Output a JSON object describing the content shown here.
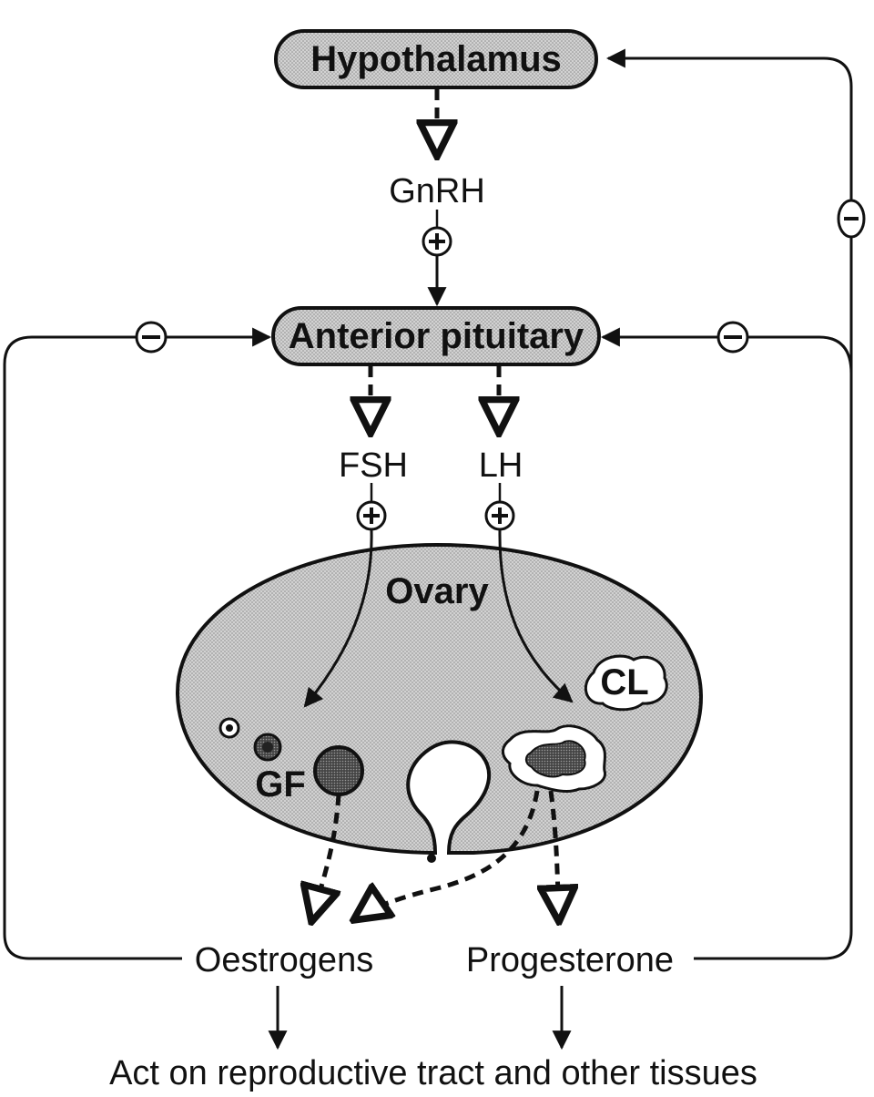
{
  "nodes": {
    "hypothalamus": "Hypothalamus",
    "gnrh": "GnRH",
    "anterior_pituitary": "Anterior pituitary",
    "fsh": "FSH",
    "lh": "LH",
    "ovary": "Ovary",
    "cl": "CL",
    "gf": "GF",
    "oestrogens": "Oestrogens",
    "progesterone": "Progesterone",
    "target": "Act on reproductive tract and other tissues"
  },
  "signs": {
    "stimulate": "+",
    "inhibit": "−"
  },
  "colors": {
    "box_fill": "#c9c9c9",
    "ovary_fill": "#cdcdcd",
    "ink": "#111111"
  }
}
